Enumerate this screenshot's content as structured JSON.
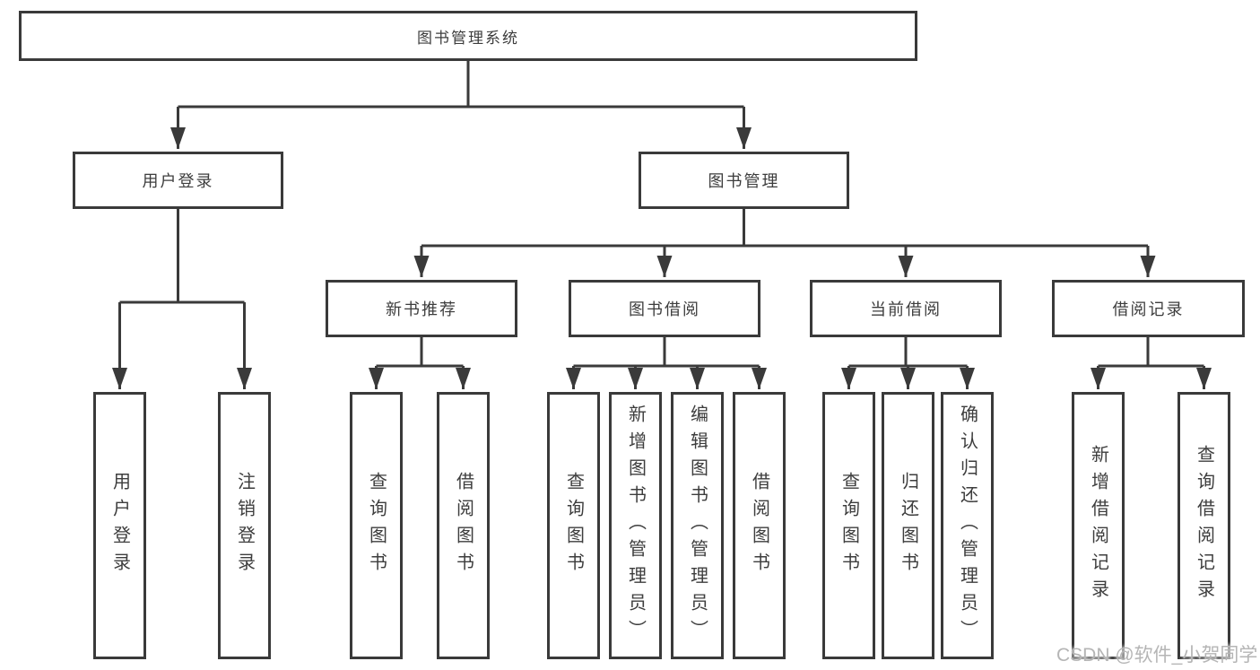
{
  "colors": {
    "line": "#3a3a3a",
    "text": "#3d3d3d",
    "watermark_text": "#b5b5b5",
    "background": "#ffffff"
  },
  "watermark": {
    "text": "CSDN @软件_小贺同学"
  },
  "tree": {
    "root": {
      "label": "图书管理系统",
      "children": [
        {
          "label": "用户登录",
          "children": [
            {
              "label": "用户登录"
            },
            {
              "label": "注销登录"
            }
          ]
        },
        {
          "label": "图书管理",
          "children": [
            {
              "label": "新书推荐",
              "children": [
                {
                  "label": "查询图书"
                },
                {
                  "label": "借阅图书"
                }
              ]
            },
            {
              "label": "图书借阅",
              "children": [
                {
                  "label": "查询图书"
                },
                {
                  "label": "新增图书（管理员）"
                },
                {
                  "label": "编辑图书（管理员）"
                },
                {
                  "label": "借阅图书"
                }
              ]
            },
            {
              "label": "当前借阅",
              "children": [
                {
                  "label": "查询图书"
                },
                {
                  "label": "归还图书"
                },
                {
                  "label": "确认归还（管理员）"
                }
              ]
            },
            {
              "label": "借阅记录",
              "children": [
                {
                  "label": "新增借阅记录"
                },
                {
                  "label": "查询借阅记录"
                }
              ]
            }
          ]
        }
      ]
    }
  }
}
